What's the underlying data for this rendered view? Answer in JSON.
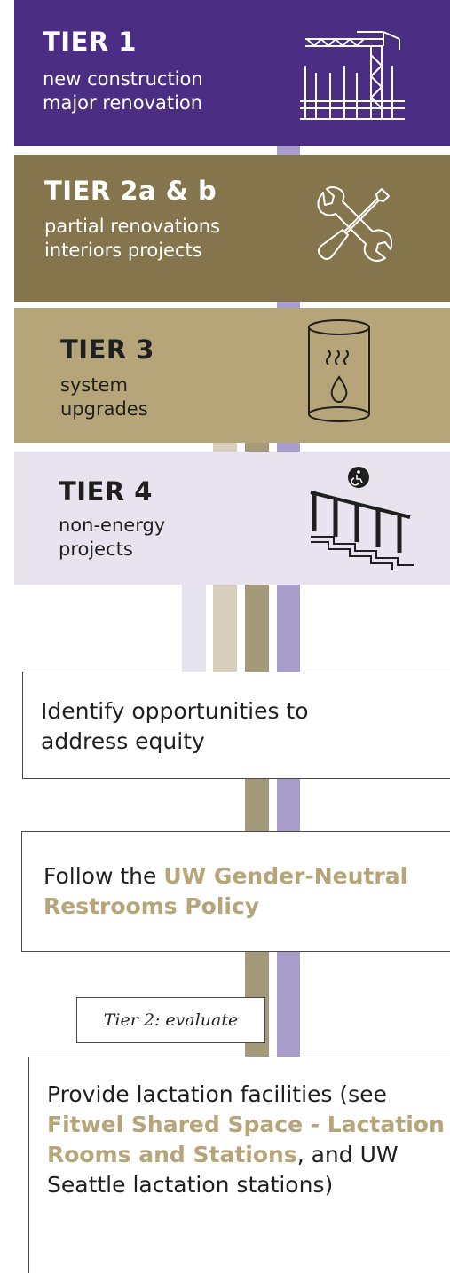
{
  "colors": {
    "tier1": "#4b2e83",
    "tier2": "#85754d",
    "tier3": "#b7a57a",
    "tier4": "#e8e3ee",
    "stripe_purple": "#a89ccb",
    "stripe_olive": "#a49a7a",
    "stripe_tan": "#d7cfbc",
    "stripe_grey": "#e6e4ee",
    "link_gold": "#b7a57a"
  },
  "tiers": [
    {
      "title": "TIER 1",
      "sub": "new construction\nmajor renovation",
      "icon": "construction-crane-icon"
    },
    {
      "title": "TIER 2a & b",
      "sub": "partial renovations\ninteriors projects",
      "icon": "wrench-screwdriver-icon"
    },
    {
      "title": "TIER 3",
      "sub": "system\nupgrades",
      "icon": "water-heater-icon"
    },
    {
      "title": "TIER 4",
      "sub": "non-energy\nprojects",
      "icon": "accessible-stair-railing-icon"
    }
  ],
  "steps": {
    "equity": "Identify opportunities to address equity",
    "restroom_prefix": "Follow the ",
    "restroom_link": "UW Gender-Neutral Restrooms Policy",
    "note": "Tier 2: evaluate",
    "lactation_prefix": "Provide lactation facilities (see ",
    "lactation_link": "Fitwel Shared Space - Lactation Rooms and Stations",
    "lactation_suffix": ", and UW Seattle lactation stations)"
  }
}
